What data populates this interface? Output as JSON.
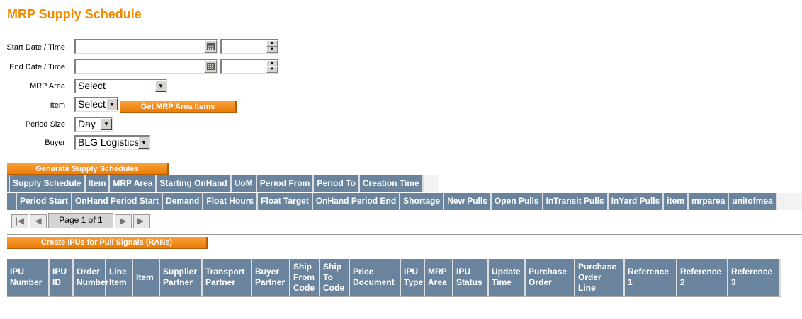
{
  "page_title": "MRP Supply Schedule",
  "form": {
    "start_label": "Start Date / Time",
    "end_label": "End Date / Time",
    "mrp_area_label": "MRP Area",
    "mrp_area_value": "Select",
    "item_label": "Item",
    "item_value": "Select",
    "get_items_button": "Get MRP Area Items",
    "period_size_label": "Period Size",
    "period_size_value": "Day",
    "buyer_label": "Buyer",
    "buyer_value": "BLG Logistics"
  },
  "generate_button": "Generate Supply Schedules",
  "schedule_headers": [
    "Supply Schedule",
    "Item",
    "MRP Area",
    "Starting OnHand",
    "UoM",
    "Period From",
    "Period To",
    "Creation Time"
  ],
  "period_headers": [
    "Period Start",
    "OnHand Period Start",
    "Demand",
    "Float Hours",
    "Float Target",
    "OnHand Period End",
    "Shortage",
    "New Pulls",
    "Open Pulls",
    "InTransit Pulls",
    "InYard Pulls",
    "item",
    "mrparea",
    "unitofmea"
  ],
  "pager": {
    "first_icon": "first-page-icon",
    "prev_icon": "prev-page-icon",
    "next_icon": "next-page-icon",
    "last_icon": "last-page-icon",
    "page_text": "Page 1 of 1"
  },
  "create_ipus_button": "Create IPUs for Pull Signals (RANs)",
  "ipu_headers": [
    [
      "IPU",
      "Number"
    ],
    [
      "IPU",
      "ID"
    ],
    [
      "Order",
      "Number"
    ],
    [
      "Line",
      "Item"
    ],
    [
      "Item"
    ],
    [
      "Supplier",
      "Partner"
    ],
    [
      "Transport",
      "Partner"
    ],
    [
      "Buyer",
      "Partner"
    ],
    [
      "Ship",
      "From",
      "Code"
    ],
    [
      "Ship",
      "To",
      "Code"
    ],
    [
      "Price",
      "Document"
    ],
    [
      "IPU",
      "Type"
    ],
    [
      "MRP",
      "Area"
    ],
    [
      "IPU",
      "Status"
    ],
    [
      "Update",
      "Time"
    ],
    [
      "Purchase",
      "Order"
    ],
    [
      "Purchase",
      "Order",
      "Line"
    ],
    [
      "Reference",
      "1"
    ],
    [
      "Reference",
      "2"
    ],
    [
      "Reference",
      "3"
    ]
  ],
  "colors": {
    "title": "#f08a00",
    "button": "#ec7d08",
    "header": "#6b849e"
  }
}
